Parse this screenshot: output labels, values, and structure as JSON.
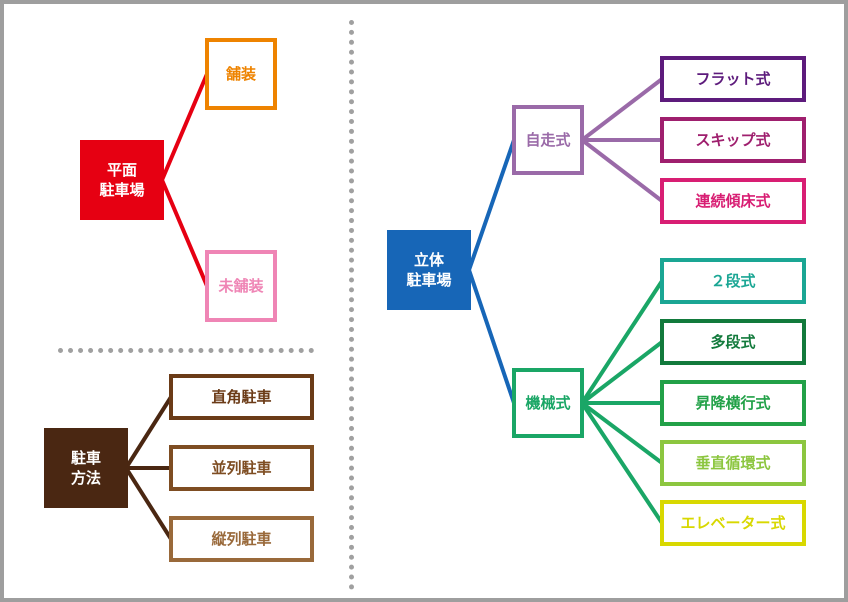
{
  "colors": {
    "frame": "#9e9e9e",
    "divider": "#a0a0a0",
    "heimen": "#e60012",
    "hosou": "#ee8300",
    "mihosou": "#ef85b5",
    "houhou": "#4a2712",
    "choku": "#6b3b17",
    "heiretsu": "#7e4d22",
    "juretsu": "#99693a",
    "rittai": "#1766b7",
    "jisou": "#9a6aa8",
    "flat": "#5d1b7c",
    "skip": "#9f1f6e",
    "renzoku": "#d81e73",
    "kikai": "#1aa666",
    "nidan": "#1aa694",
    "tadan": "#127a3c",
    "shoukou": "#22a148",
    "suichoku": "#8cc63f",
    "elevator": "#d8d800"
  },
  "nodes": {
    "heimen": "平面\n駐車場",
    "hosou": "舗装",
    "mihosou": "未舗装",
    "houhou": "駐車\n方法",
    "choku": "直角駐車",
    "heiretsu": "並列駐車",
    "juretsu": "縦列駐車",
    "rittai": "立体\n駐車場",
    "jisou": "自走式",
    "flat": "フラット式",
    "skip": "スキップ式",
    "renzoku": "連続傾床式",
    "kikai": "機械式",
    "nidan": "２段式",
    "tadan": "多段式",
    "shoukou": "昇降横行式",
    "suichoku": "垂直循環式",
    "elevator": "エレベーター式"
  }
}
